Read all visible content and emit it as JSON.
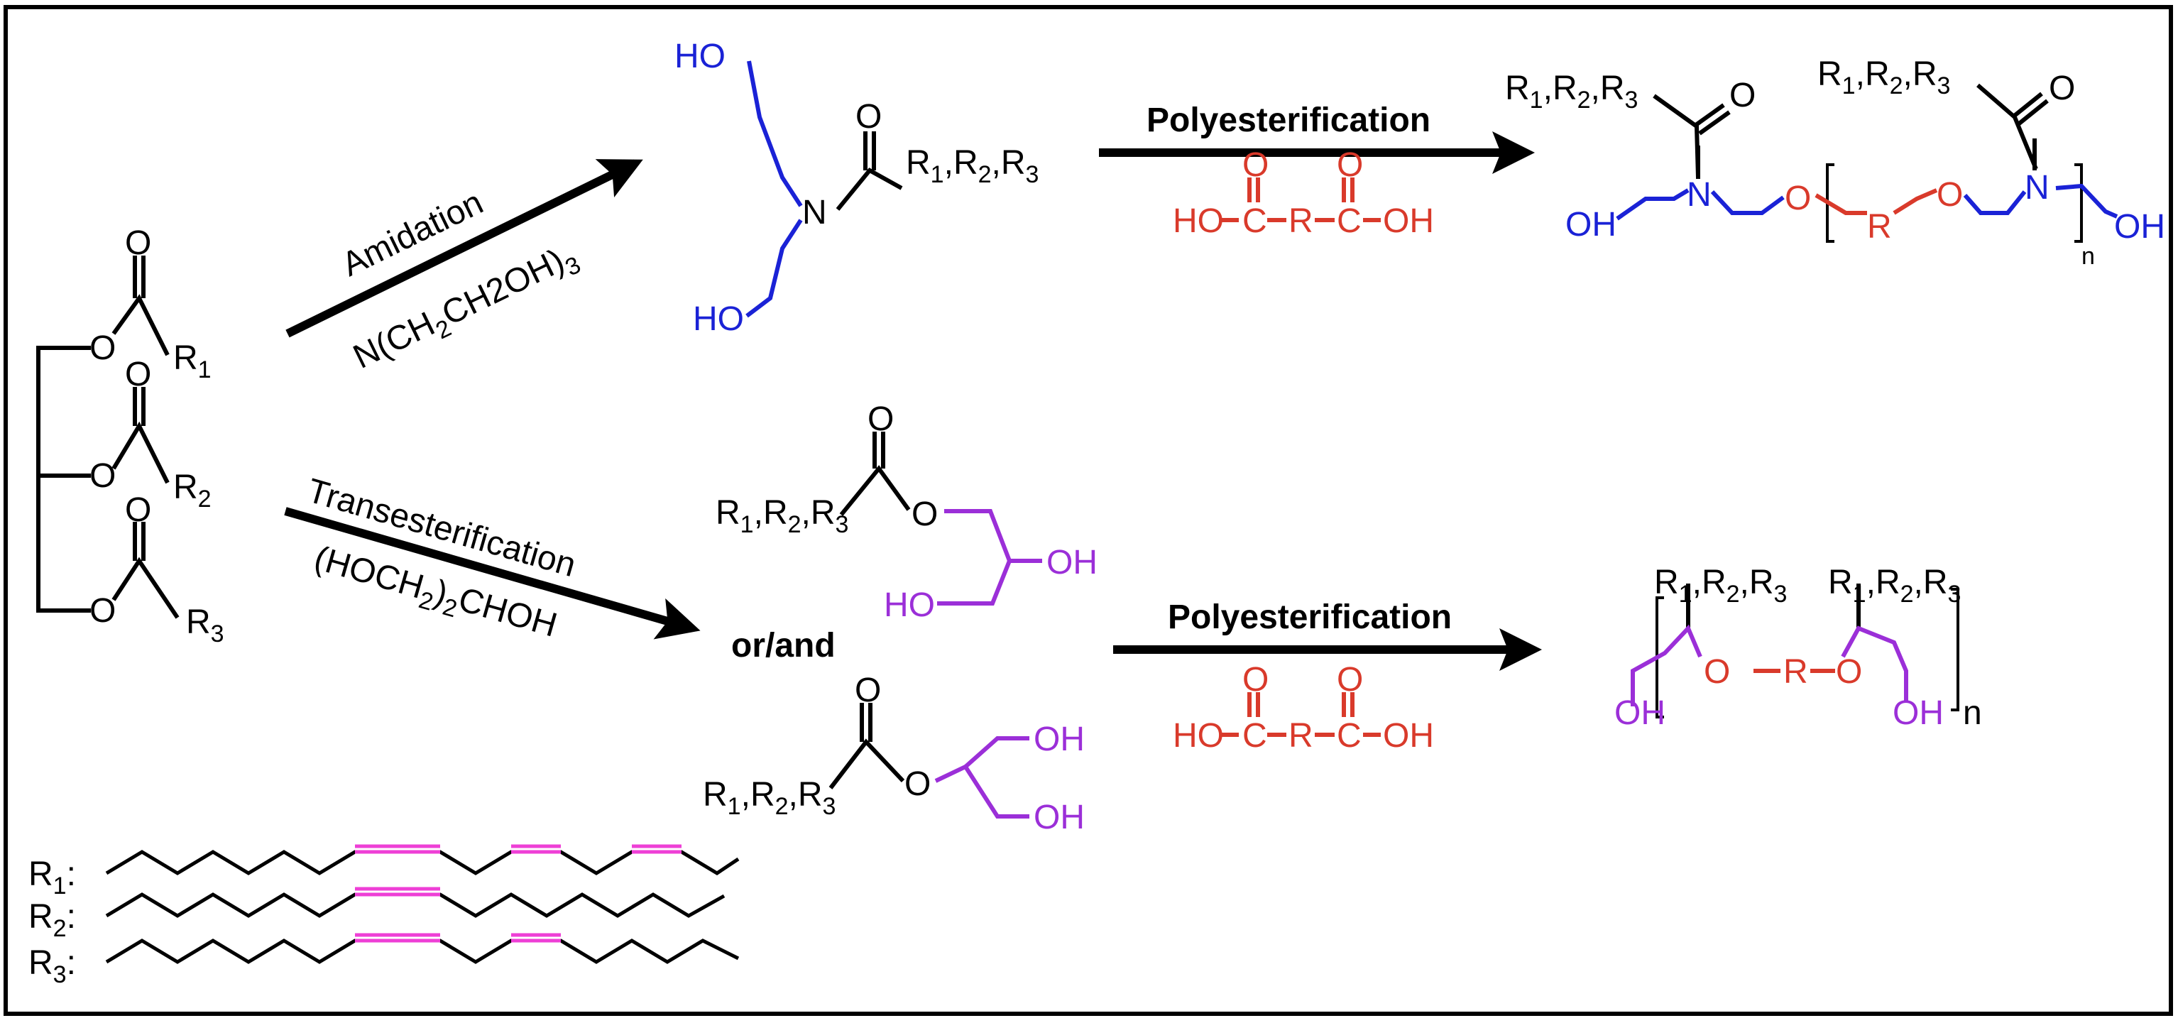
{
  "colors": {
    "black": "#000000",
    "blue": "#1a22d6",
    "red": "#d93a2b",
    "purple": "#9b2fd8",
    "magenta": "#ee3fd6"
  },
  "triglyceride": {
    "O": "O",
    "R1": "R",
    "R1_sub": "1",
    "R2": "R",
    "R2_sub": "2",
    "R3": "R",
    "R3_sub": "3"
  },
  "amidation": {
    "label": "Amidation",
    "reagent_a": "N(CH",
    "reagent_sub2": "2",
    "reagent_b": "CH2OH)",
    "reagent_sub3": "3"
  },
  "transesterification": {
    "label": "Transesterification",
    "reagent_a": "(HOCH",
    "reagent_sub2": "2",
    "reagent_b": ")",
    "reagent_sub2b": "2",
    "reagent_c": "CHOH"
  },
  "amide": {
    "HO": "HO",
    "N": "N",
    "O": "O",
    "R": "R",
    "s1": "1",
    "s2": "2",
    "s3": "3",
    "comma": ","
  },
  "monoglycerides": {
    "or_and": "or/and",
    "OH": "OH",
    "HO": "HO",
    "O": "O"
  },
  "polyesterification": {
    "label": "Polyesterification",
    "acid_HO": "HO",
    "acid_C": "C",
    "acid_R": "R",
    "acid_OH": "OH",
    "acid_O": "O"
  },
  "polymer_top": {
    "OH": "OH",
    "N": "N",
    "O": "O",
    "R": "R",
    "n": "n"
  },
  "polymer_bottom": {
    "OH": "OH",
    "O": "O",
    "R": "R",
    "n": "n"
  },
  "chains": {
    "R1": "R",
    "s1": "1",
    "R2": "R",
    "s2": "2",
    "R3": "R",
    "s3": "3",
    "colon": ":"
  }
}
